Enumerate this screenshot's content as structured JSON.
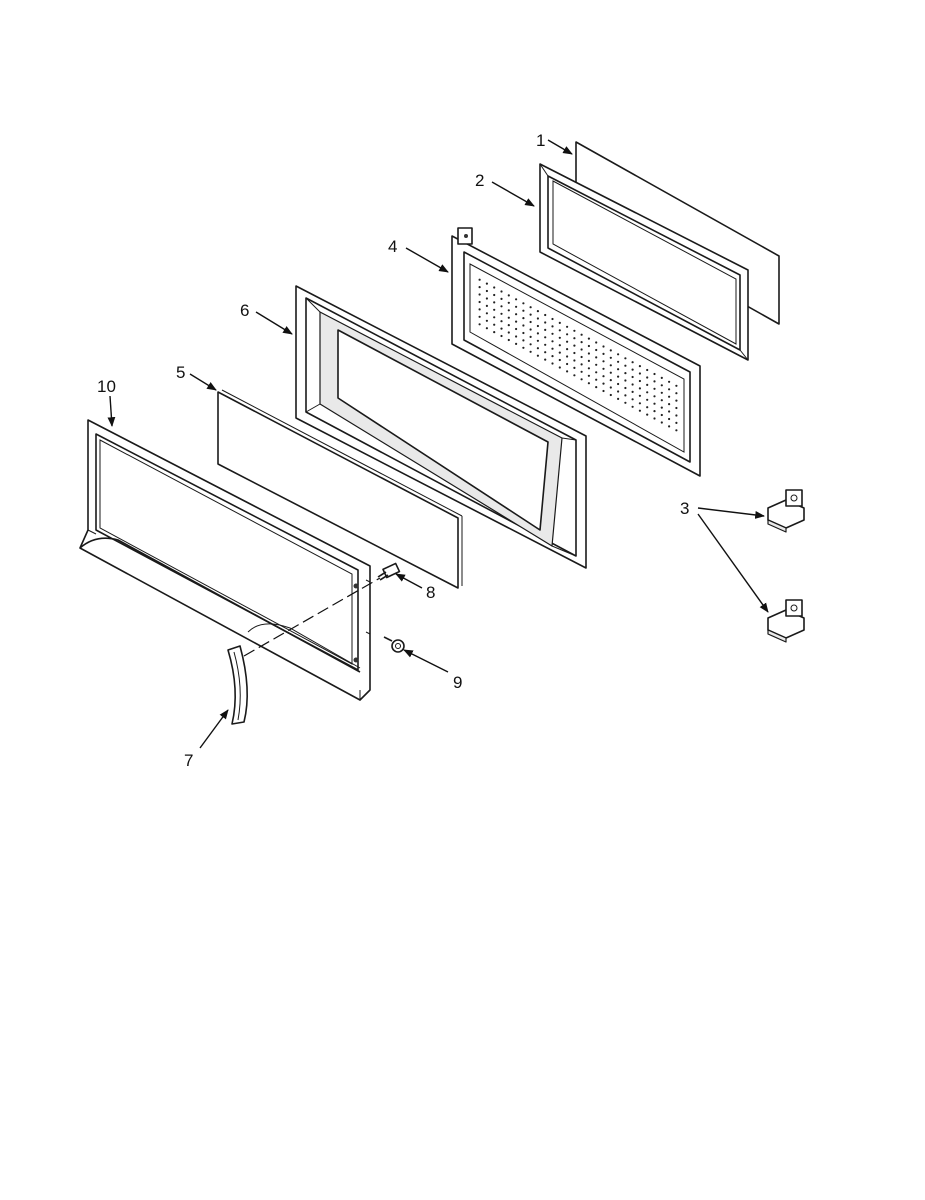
{
  "diagram": {
    "callouts": [
      {
        "id": "1",
        "text": "1"
      },
      {
        "id": "2",
        "text": "2"
      },
      {
        "id": "3",
        "text": "3"
      },
      {
        "id": "4",
        "text": "4"
      },
      {
        "id": "5",
        "text": "5"
      },
      {
        "id": "6",
        "text": "6"
      },
      {
        "id": "7",
        "text": "7"
      },
      {
        "id": "8",
        "text": "8"
      },
      {
        "id": "9",
        "text": "9"
      },
      {
        "id": "10",
        "text": "10"
      }
    ],
    "colors": {
      "line": "#1a1a1a",
      "background": "#ffffff",
      "shade": "#e9e9e9"
    }
  }
}
